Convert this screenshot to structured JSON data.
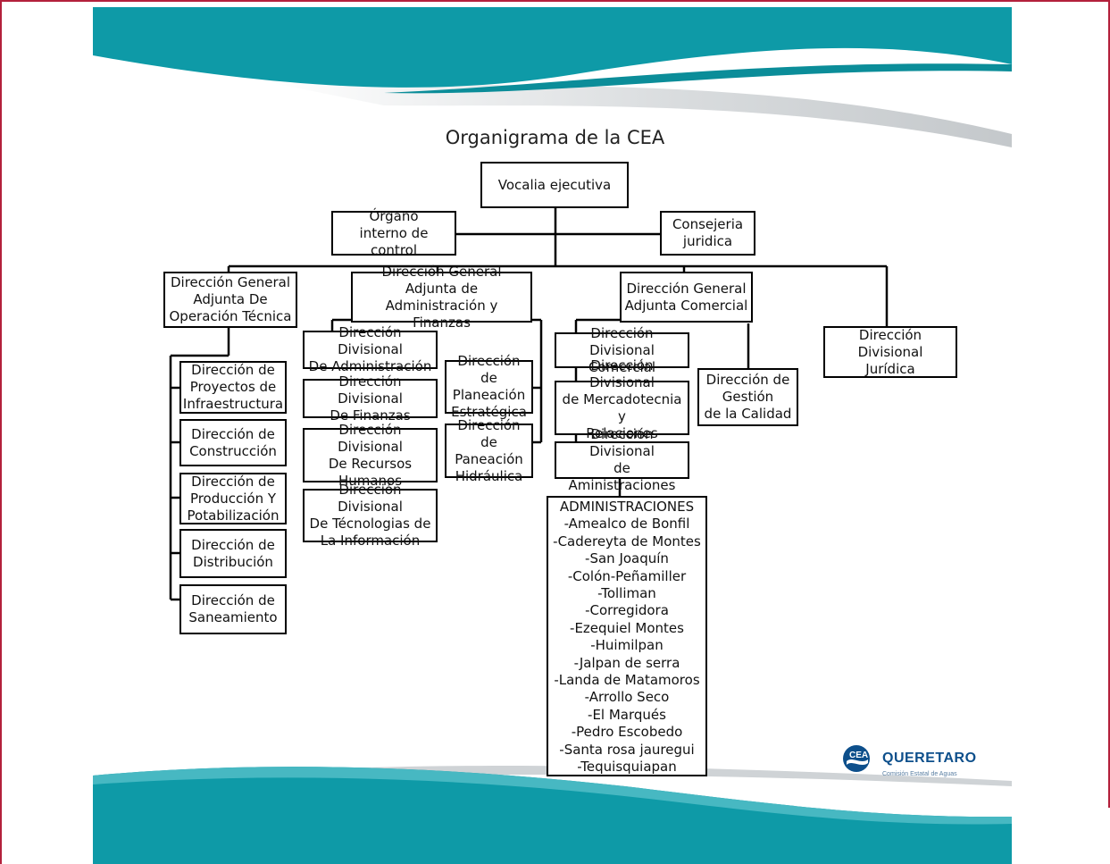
{
  "title": "Organigrama de la CEA",
  "nodes": {
    "vocalia": "Vocalia ejecutiva",
    "organo": "Órgano\ninterno de control",
    "consejeria": "Consejeria\njuridica",
    "dg_operacion": "Dirección General\nAdjunta De\nOperación Técnica",
    "dg_admin": "Dirección General\nAdjunta de\nAdministración y Finanzas",
    "dg_comercial": "Dirección General\nAdjunta Comercial",
    "dd_juridica": "Dirección Divisional\nJurídica",
    "d_proyectos": "Dirección de\nProyectos de\nInfraestructura",
    "d_construccion": "Dirección de\nConstrucción",
    "d_produccion": "Dirección de\nProducción Y\nPotabilización",
    "d_distribucion": "Dirección de\nDistribución",
    "d_saneamiento": "Dirección de\nSaneamiento",
    "dd_administracion": "Dirección Divisional\nDe Administración",
    "dd_finanzas": "Dirección Divisional\nDe Finanzas",
    "dd_recursos": "Dirección Divisional\nDe Recursos\nHumanos",
    "dd_tecnologias": "Dirección Divisional\nDe Técnologias de\nLa Información",
    "d_planeacion": "Dirección de\nPlaneación\nEstratégica",
    "d_paneacion": "Dirección de\nPaneación\nHidráulica",
    "dd_comercial": "Dirección Divisional\nComercial",
    "dd_mercadotecnia": "Dirección Divisional\nde Mercadotecnia y\nRelaciones Públicas",
    "dd_aministraciones": "Dirección Divisional\nde Aministraciones",
    "d_calidad": "Dirección de\nGestión\nde la Calidad"
  },
  "administraciones": {
    "header": "ADMINISTRACIONES",
    "items": [
      "-Amealco de Bonfil",
      "-Cadereyta de Montes",
      "-San Joaquín",
      "-Colón-Peñamiller",
      "-Tolliman",
      "-Corregidora",
      "-Ezequiel Montes",
      "-Huimilpan",
      "-Jalpan de serra",
      "-Landa de Matamoros",
      "-Arrollo Seco",
      "-El Marqués",
      "-Pedro Escobedo",
      "-Santa rosa jauregui",
      "-Tequisquiapan"
    ]
  },
  "logo": {
    "name": "QUERETARO",
    "tagline": "Comisión Estatal de Aguas",
    "mark_text": "CEA"
  },
  "colors": {
    "teal": "#0e9aa7",
    "teal_dark": "#07858f",
    "frame": "#b3203c",
    "logo_blue": "#0d4f8b"
  }
}
